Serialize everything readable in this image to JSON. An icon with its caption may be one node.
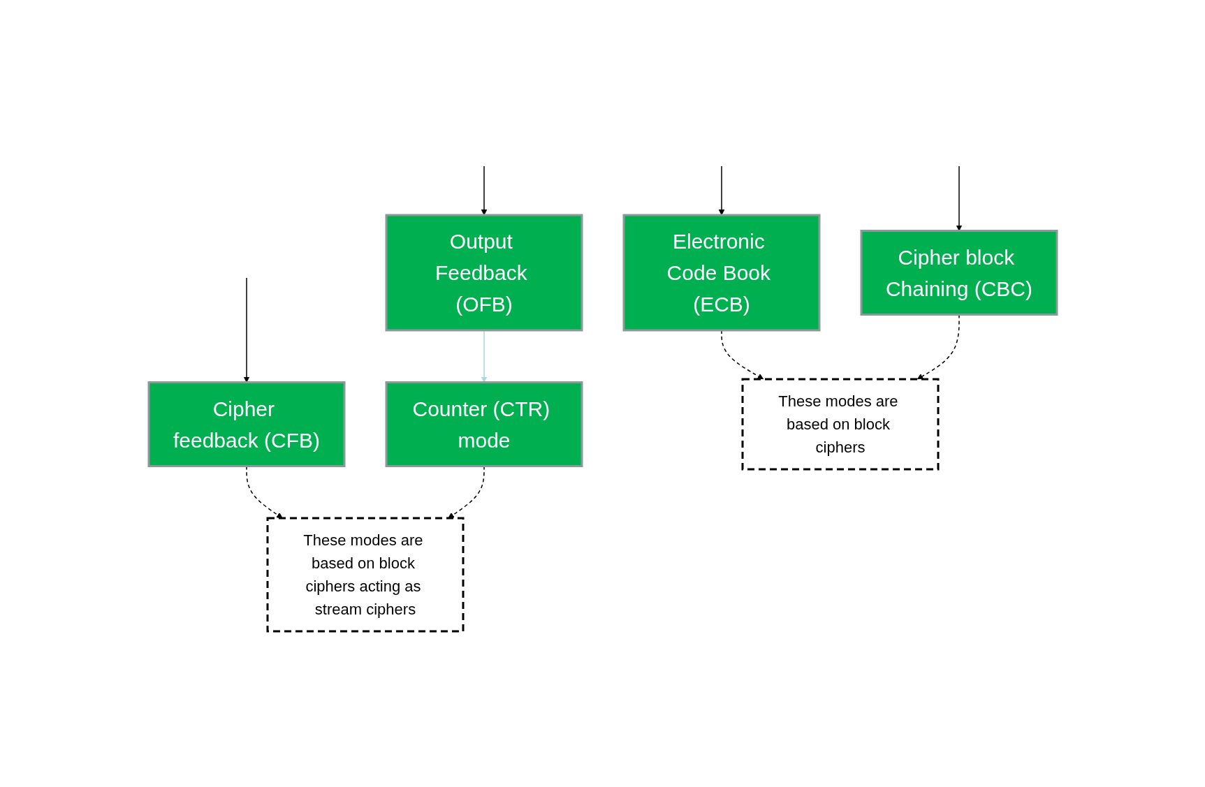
{
  "diagram": {
    "nodes": [
      {
        "text": [
          "Electronic Code Book (ECB)"
        ]
      },
      {
        "text": [
          "Cipher block Chaining (CBC)"
        ]
      },
      {
        "text": [
          "Cipher feedback (CFB)"
        ]
      },
      {
        "text": [
          "Output Feedback (OFB)"
        ]
      },
      {
        "text": [
          "Counter (CTR) mode"
        ]
      },
      {
        "text": [
          "These modes are based on block ciphers"
        ]
      },
      {
        "text": [
          "These modes are based on block ciphers acting as stream ciphers"
        ]
      }
    ],
    "edges": [
      {
        "from": null,
        "to": 0,
        "arrow": "to"
      },
      {
        "from": null,
        "to": 1,
        "arrow": "to"
      },
      {
        "from": null,
        "to": 2,
        "arrow": "to"
      },
      {
        "from": null,
        "to": 3,
        "arrow": "to"
      },
      {
        "from": 3,
        "to": 4,
        "arrow": "to",
        "color": "#a9d6e0"
      },
      {
        "from": 0,
        "to": 5,
        "arrow": "to",
        "style": "dashed"
      },
      {
        "from": 1,
        "to": 5,
        "arrow": "to",
        "style": "dashed"
      },
      {
        "from": 2,
        "to": 6,
        "arrow": "to",
        "style": "dashed"
      },
      {
        "from": 4,
        "to": 6,
        "arrow": "to",
        "style": "dashed"
      }
    ]
  }
}
